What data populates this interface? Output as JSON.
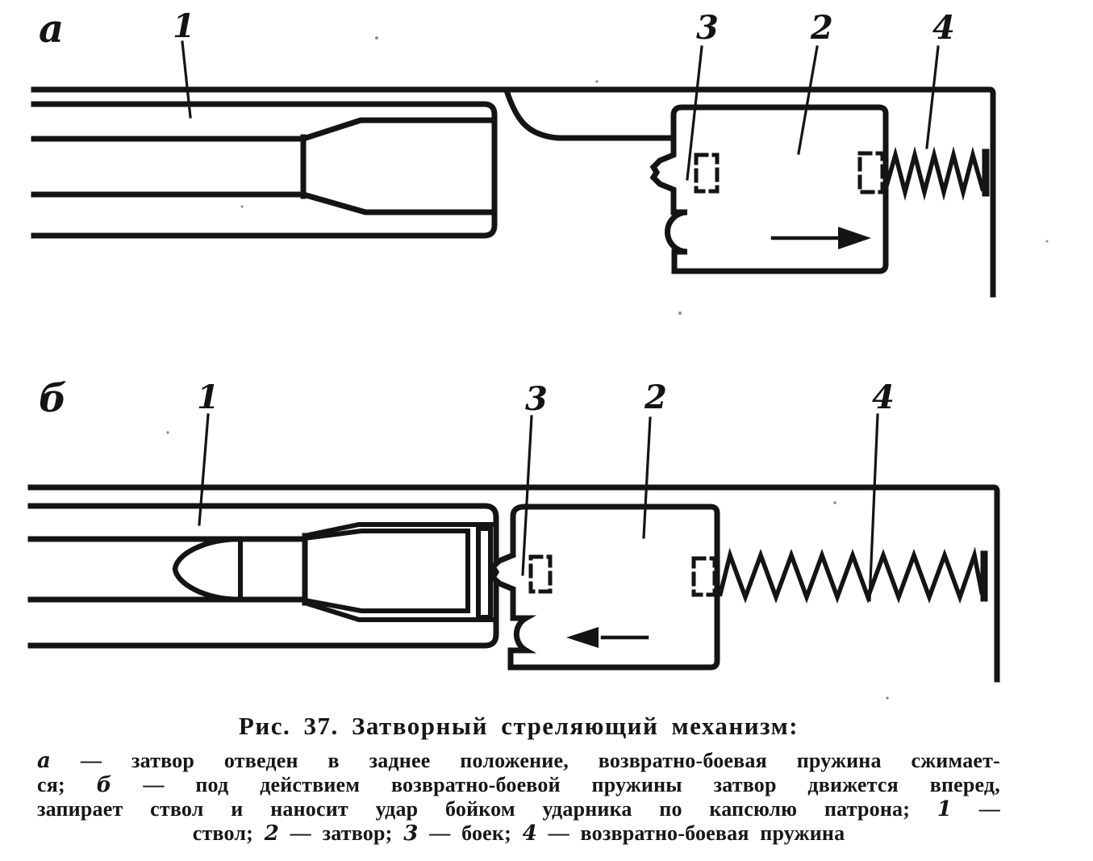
{
  "colors": {
    "ink": "#141414",
    "paper": "#ffffff"
  },
  "panel_a": {
    "label": "а",
    "callout_1": "1",
    "callout_3": "3",
    "callout_2": "2",
    "callout_4": "4"
  },
  "panel_b": {
    "label": "б",
    "callout_1": "1",
    "callout_3": "3",
    "callout_2": "2",
    "callout_4": "4"
  },
  "caption": {
    "title": "Рис. 37. Затворный стреляющий механизм:",
    "line1_em": "а",
    "line1_text": " — затвор отведен в заднее положение, возвратно-боевая пружина сжимает-",
    "line2_pre": "ся; ",
    "line2_em": "б",
    "line2_text": " — под действием возвратно-боевой пружины затвор движется вперед,",
    "line3_text": "запирает ствол и наносит удар бойком ударника по капсюлю патрона; ",
    "line3_em": "1",
    "line3_post": " —",
    "line4_p0": "ствол; ",
    "line4_e1": "2",
    "line4_p1": " — затвор; ",
    "line4_e2": "3",
    "line4_p2": " — боек; ",
    "line4_e3": "4",
    "line4_p3": " — возвратно-боевая пружина"
  }
}
